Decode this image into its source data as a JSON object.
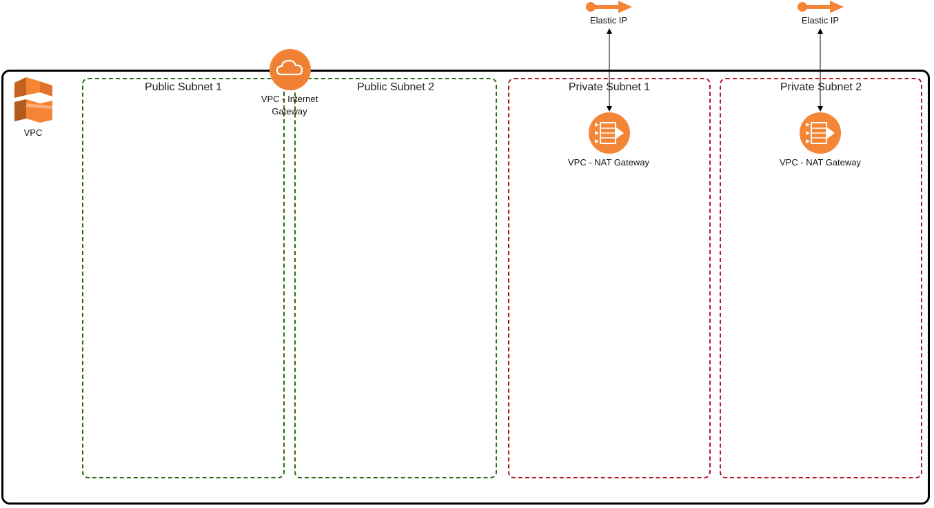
{
  "diagram": {
    "vpc": {
      "label": "VPC",
      "icon": "vpc-icon"
    },
    "subnets": [
      {
        "label": "Public Subnet 1",
        "kind": "public"
      },
      {
        "label": "Public Subnet 2",
        "kind": "public"
      },
      {
        "label": "Private Subnet 1",
        "kind": "private"
      },
      {
        "label": "Private Subnet 2",
        "kind": "private"
      }
    ],
    "internet_gateway": {
      "label_line1": "VPC - Internet",
      "label_line2": "Gateway",
      "icon": "cloud-icon"
    },
    "nat_gateways": [
      {
        "label": "VPC - NAT Gateway",
        "icon": "nat-gateway-icon"
      },
      {
        "label": "VPC - NAT Gateway",
        "icon": "nat-gateway-icon"
      }
    ],
    "elastic_ips": [
      {
        "label": "Elastic IP",
        "icon": "elastic-ip-icon"
      },
      {
        "label": "Elastic IP",
        "icon": "elastic-ip-icon"
      }
    ],
    "colors": {
      "aws_orange": "#f58536",
      "public_border": "#2d6a0f",
      "private_border": "#b0182b"
    }
  }
}
